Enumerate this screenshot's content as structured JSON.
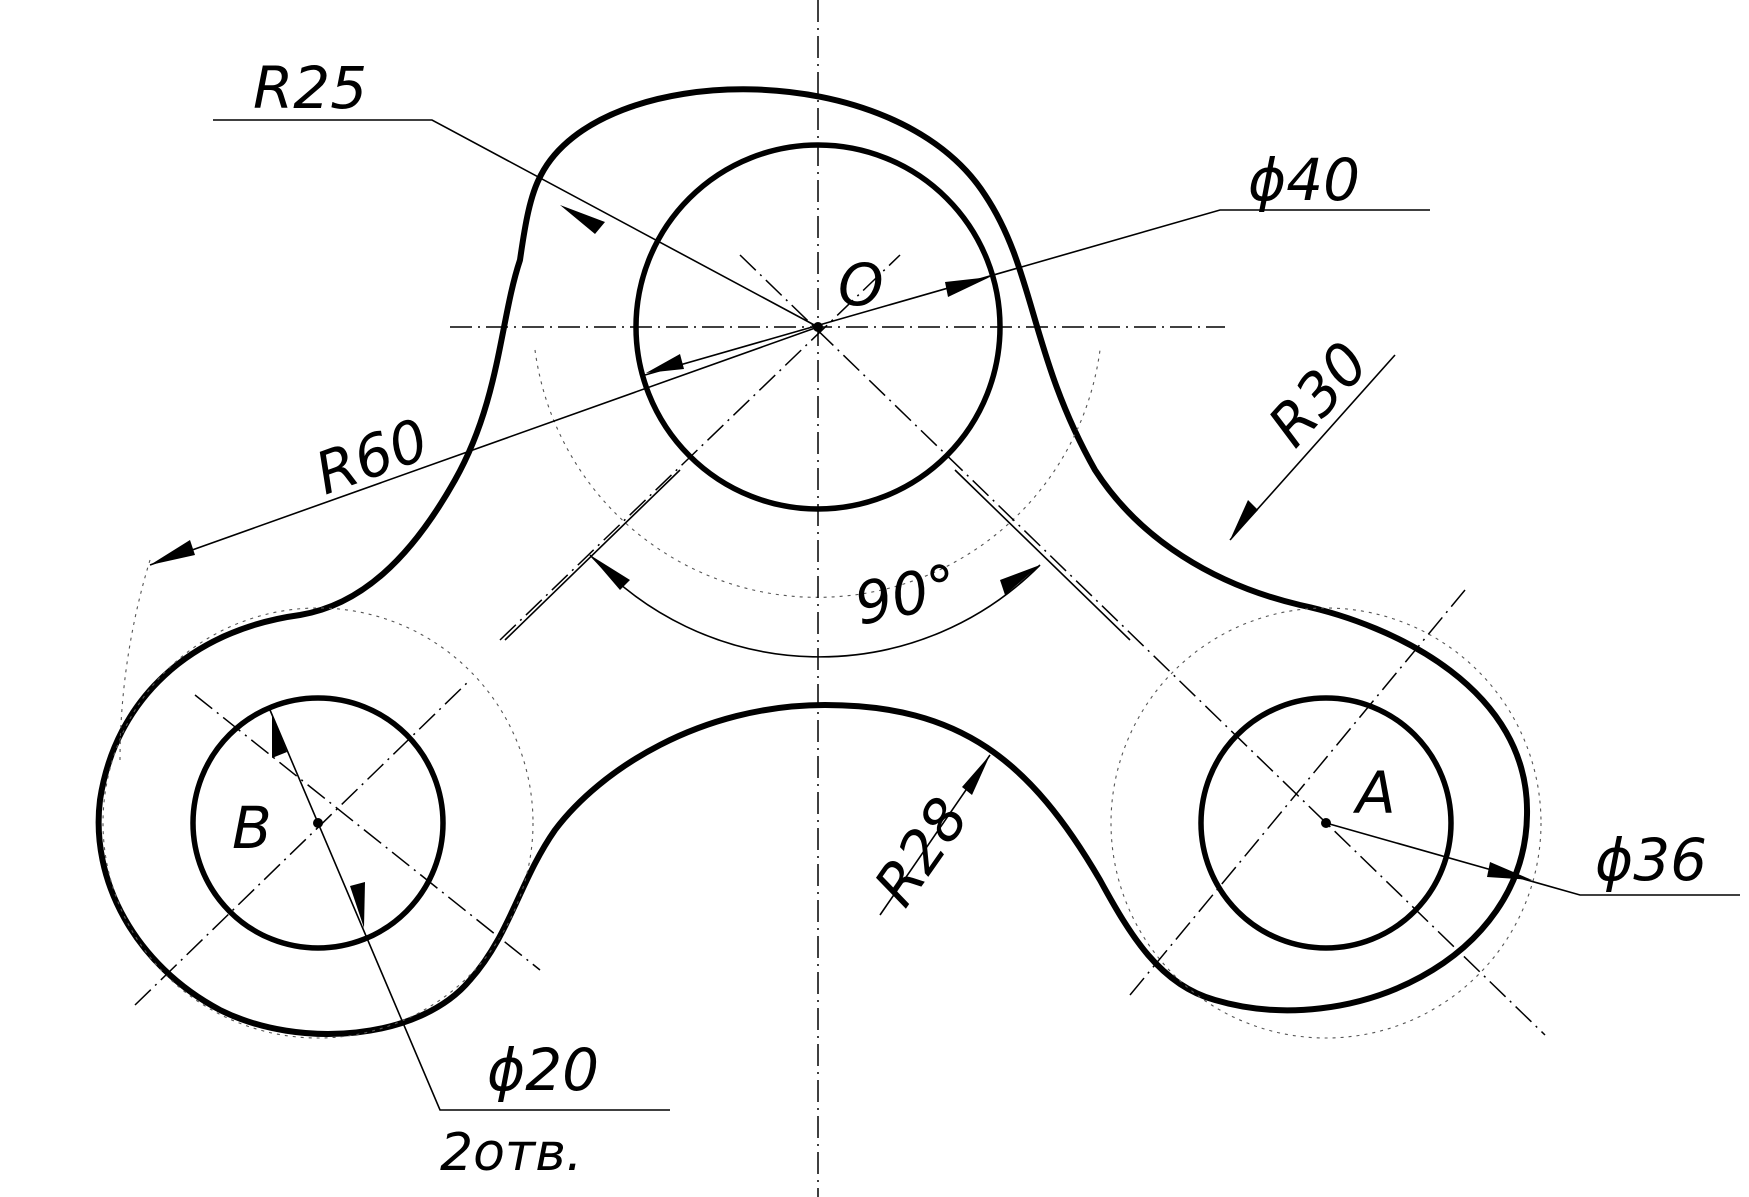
{
  "centers": {
    "top": "O",
    "right": "A",
    "left": "B"
  },
  "dimensions": {
    "r25": "R25",
    "d40": "ϕ40",
    "r30": "R30",
    "r60": "R60",
    "angle": "90°",
    "r28": "R28",
    "d36": "ϕ36",
    "d20": "ϕ20",
    "d20_note": "2отв."
  }
}
